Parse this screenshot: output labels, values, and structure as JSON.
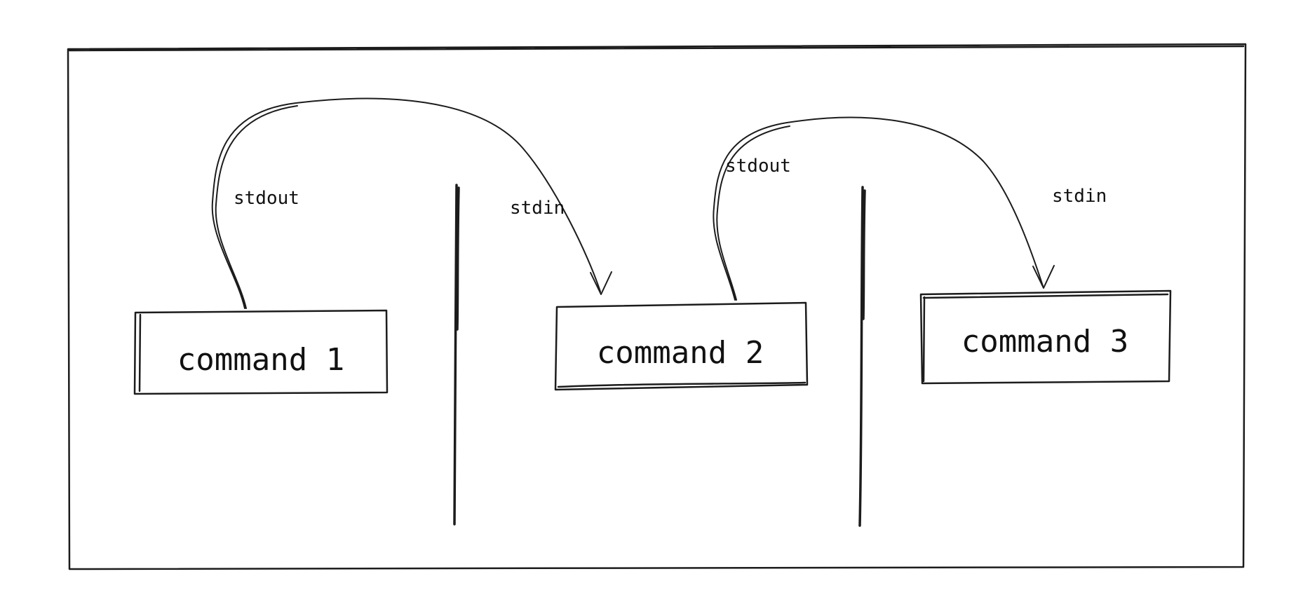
{
  "diagram": {
    "type": "pipeline-flow-sketch",
    "boxes": [
      {
        "label": "command 1"
      },
      {
        "label": "command 2"
      },
      {
        "label": "command 3"
      }
    ],
    "pipes": [
      {
        "between": "command 1 and command 2"
      },
      {
        "between": "command 2 and command 3"
      }
    ],
    "arrows": [
      {
        "from": "command 1",
        "to": "command 2",
        "start_label": "stdout",
        "end_label": "stdin"
      },
      {
        "from": "command 2",
        "to": "command 3",
        "start_label": "stdout",
        "end_label": "stdin"
      }
    ],
    "colors": {
      "ink": "#1c1c1c",
      "background": "#ffffff"
    }
  }
}
